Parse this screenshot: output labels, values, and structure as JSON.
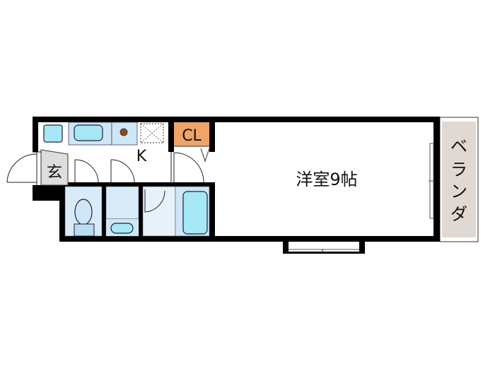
{
  "floorplan": {
    "rooms": {
      "western_room": {
        "label": "洋室9帖"
      },
      "kitchen": {
        "label": "K"
      },
      "closet": {
        "label": "CL"
      },
      "entrance": {
        "label": "玄"
      },
      "veranda": {
        "label": "ベランダ",
        "chars": [
          "ベ",
          "ラ",
          "ン",
          "ダ"
        ]
      }
    },
    "colors": {
      "wall": "#000000",
      "fixture_blue": "#cfe6f7",
      "fixture_cyan": "#a6e8f5",
      "closet_orange": "#f0a468",
      "veranda_beige": "#e0d8d2",
      "entrance_gray": "#dddddd",
      "stove_brown": "#8a4a1c"
    }
  }
}
